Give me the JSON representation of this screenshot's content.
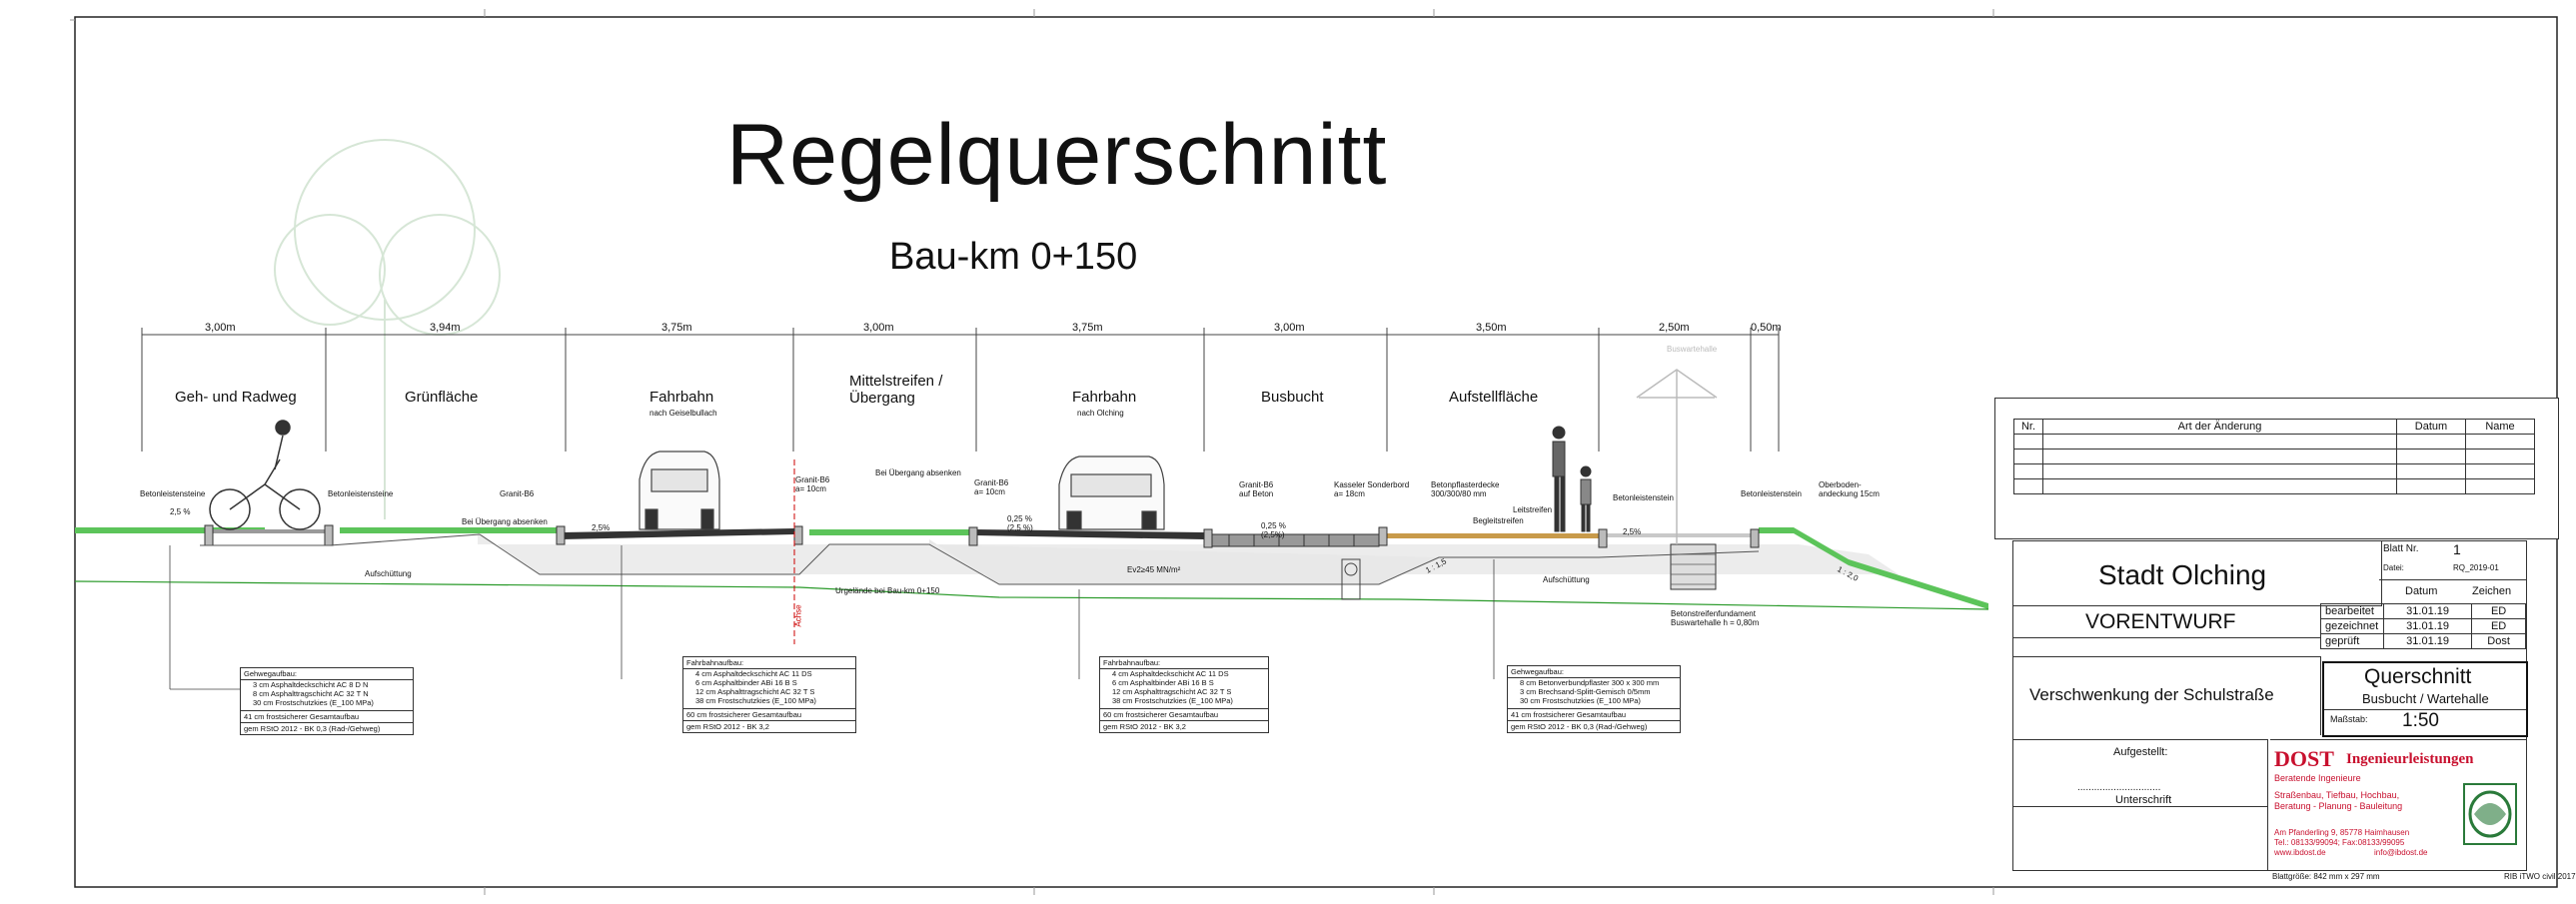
{
  "drawing": {
    "title": "Regelquerschnitt",
    "subtitle": "Bau-km 0+150"
  },
  "sections": [
    {
      "dim": "3,00m",
      "name": "Geh- und Radweg",
      "sub": ""
    },
    {
      "dim": "3,94m",
      "name": "Grünfläche",
      "sub": ""
    },
    {
      "dim": "3,75m",
      "name": "Fahrbahn",
      "sub": "nach Geiselbullach"
    },
    {
      "dim": "3,00m",
      "name": "Mittelstreifen / Übergang",
      "sub": ""
    },
    {
      "dim": "3,75m",
      "name": "Fahrbahn",
      "sub": "nach Olching"
    },
    {
      "dim": "3,00m",
      "name": "Busbucht",
      "sub": ""
    },
    {
      "dim": "3,50m",
      "name": "Aufstellfläche",
      "sub": ""
    },
    {
      "dim": "2,50m",
      "name": "",
      "sub": ""
    },
    {
      "dim": "0,50m",
      "name": "",
      "sub": ""
    }
  ],
  "annotations": {
    "betonleistensteine_left": "Betonleistensteine",
    "betonleistensteine_right": "Betonleistensteine",
    "slope_left": "2,5 %",
    "granit_b6_1": "Granit-B6",
    "bei_uebergang_1": "Bei Übergang absenken",
    "slope_2": "2,5%",
    "granit_b6_a10": "Granit-B6\na= 10cm",
    "bei_uebergang_2": "Bei Übergang absenken",
    "granit_b6_a10_2": "Granit-B6\na= 10cm",
    "slope_025_1": "0,25 %\n(2,5 %)",
    "granit_b6_beton": "Granit-B6\nauf Beton",
    "slope_025_2": "0,25 %\n(2,5%)",
    "kasseler": "Kasseler Sonderbord\na= 18cm",
    "betonpflaster": "Betonpflasterdecke\n300/300/80 mm",
    "begleitstreifen": "Begleitstreifen",
    "leitstreifen": "Leitstreifen",
    "betonleistenstein_1": "Betonleistenstein",
    "slope_3": "2,5%",
    "betonleistenstein_2": "Betonleistenstein",
    "oberboden": "Oberboden-\nandeckung 15cm",
    "aufschuettung_1": "Aufschüttung",
    "aufschuettung_2": "Aufschüttung",
    "urgelaende": "Urgelände bei Bau-km 0+150",
    "achse": "Achse",
    "busunterstand": "Buswartehalle",
    "betonstreifen": "Betonstreifenfundament\nBuswartehalle h = 0,80m",
    "slope_embank": "1 : 2,0",
    "slope_embank2": "1 : 1,5",
    "ev45": "Ev2≥45 MN/m²"
  },
  "layer_boxes": [
    {
      "header": "Gehwegaufbau:",
      "rows": [
        "3 cm Asphaltdeckschicht AC 8 D N",
        "8 cm Asphalttragschicht AC 32 T N",
        "30 cm Frostschutzkies (E_100 MPa)"
      ],
      "total": "41 cm  frostsicherer Gesamtaufbau",
      "note": "gem RStO 2012 - BK 0,3 (Rad-/Gehweg)"
    },
    {
      "header": "Fahrbahnaufbau:",
      "rows": [
        "4 cm Asphaltdeckschicht AC 11 DS",
        "6 cm Asphaltbinder ABi 16 B S",
        "12 cm Asphalttragschicht AC 32 T S",
        "38 cm Frostschutzkies (E_100 MPa)"
      ],
      "total": "60 cm  frostsicherer Gesamtaufbau",
      "note": "gem RStO 2012 - BK 3,2"
    },
    {
      "header": "Fahrbahnaufbau:",
      "rows": [
        "4 cm Asphaltdeckschicht AC 11 DS",
        "6 cm Asphaltbinder ABi 16 B S",
        "12 cm Asphalttragschicht AC 32 T S",
        "38 cm Frostschutzkies (E_100 MPa)"
      ],
      "total": "60 cm  frostsicherer Gesamtaufbau",
      "note": "gem RStO 2012 - BK 3,2"
    },
    {
      "header": "Gehwegaufbau:",
      "rows": [
        "8 cm Betonverbundpflaster 300 x 300 mm",
        "3 cm Brechsand-Splitt-Gemisch 0/5mm",
        "30 cm Frostschutzkies (E_100 MPa)"
      ],
      "total": "41 cm  frostsicherer Gesamtaufbau",
      "note": "gem RStO 2012 - BK 0,3 (Rad-/Gehweg)"
    }
  ],
  "title_block": {
    "revision_headers": {
      "nr": "Nr.",
      "art": "Art der Änderung",
      "datum": "Datum",
      "name": "Name"
    },
    "client": "Stadt Olching",
    "blatt_label": "Blatt Nr.",
    "blatt_value": "1",
    "datei_label": "Datei:",
    "datei_value": "RQ_2019-01",
    "col_datum": "Datum",
    "col_zeichen": "Zeichen",
    "stage": "VORENTWURF",
    "rows": [
      {
        "label": "bearbeitet",
        "date": "31.01.19",
        "sign": "ED"
      },
      {
        "label": "gezeichnet",
        "date": "31.01.19",
        "sign": "ED"
      },
      {
        "label": "geprüft",
        "date": "31.01.19",
        "sign": "Dost"
      }
    ],
    "project": "Verschwenkung der Schulstraße",
    "plan_title": "Querschnitt",
    "plan_sub": "Busbucht / Wartehalle",
    "massstab_label": "Maßstab:",
    "massstab_value": "1:50",
    "aufgestellt": "Aufgestellt:",
    "unterschrift_dots": "..............................",
    "unterschrift": "Unterschrift",
    "firm_name": "DOST",
    "firm_name2": "Ingenieurleistungen",
    "firm_tag": "Beratende Ingenieure",
    "firm_line1": "Straßenbau, Tiefbau, Hochbau,",
    "firm_line2": "Beratung - Planung - Bauleitung",
    "firm_addr": "Am Pfanderling 9, 85778 Haimhausen",
    "firm_tel": "Tel.: 08133/99094;     Fax:08133/99095",
    "firm_web": "www.ibdost.de",
    "firm_mail": "info@ibdost.de",
    "blattgroesse": "Blattgröße:     842 mm    x   297 mm",
    "rib": "RIB iTWO civil 2017"
  },
  "colors": {
    "grass": "#5cc45a",
    "asphalt": "#333333",
    "ground_line": "#2a9a2a",
    "red_firm": "#c8102e",
    "fill_grey": "#e6e6e6"
  }
}
